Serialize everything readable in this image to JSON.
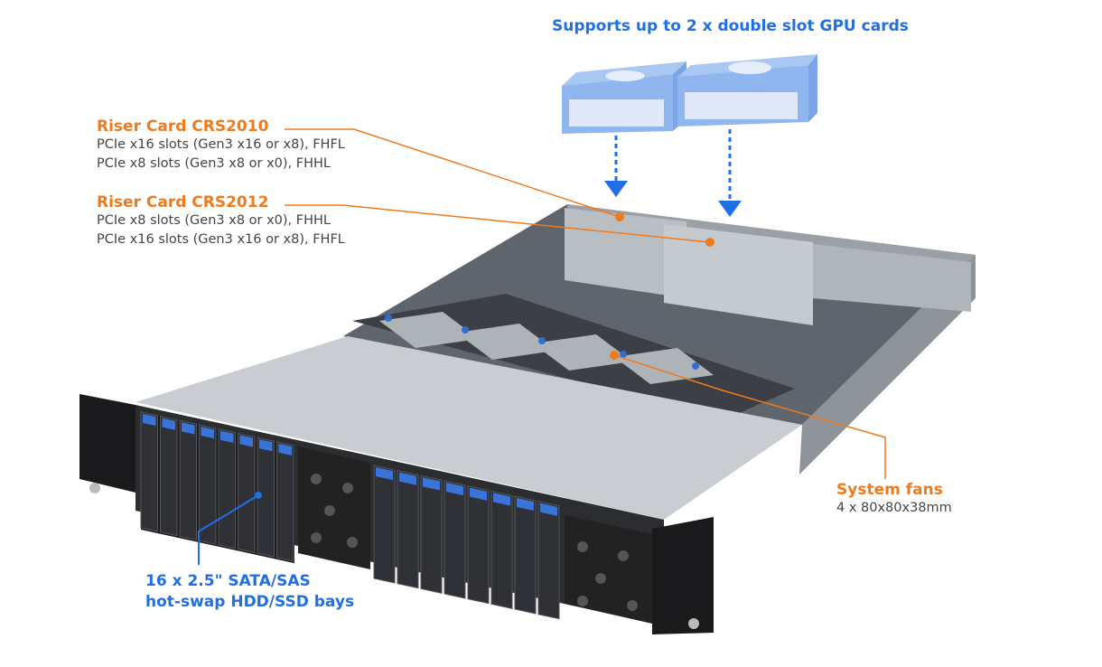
{
  "gpu": {
    "title": "Supports up to 2 x double slot GPU cards"
  },
  "riser1": {
    "title": "Riser Card CRS2010",
    "lines": [
      "PCIe x16 slots (Gen3 x16 or x8), FHFL",
      "PCIe x8 slots (Gen3 x8 or x0), FHHL"
    ]
  },
  "riser2": {
    "title": "Riser Card CRS2012",
    "lines": [
      "PCIe x8 slots (Gen3 x8 or x0), FHHL",
      "PCIe x16 slots (Gen3 x16 or x8), FHFL"
    ]
  },
  "fans": {
    "title": "System fans",
    "spec": "4 x 80x80x38mm"
  },
  "bays": {
    "lines": [
      "16 x 2.5\" SATA/SAS",
      "hot-swap HDD/SSD bays"
    ]
  },
  "colors": {
    "orange": "#f07a1c",
    "blue": "#1f6fe5",
    "gpu": "#8fb6ee"
  }
}
